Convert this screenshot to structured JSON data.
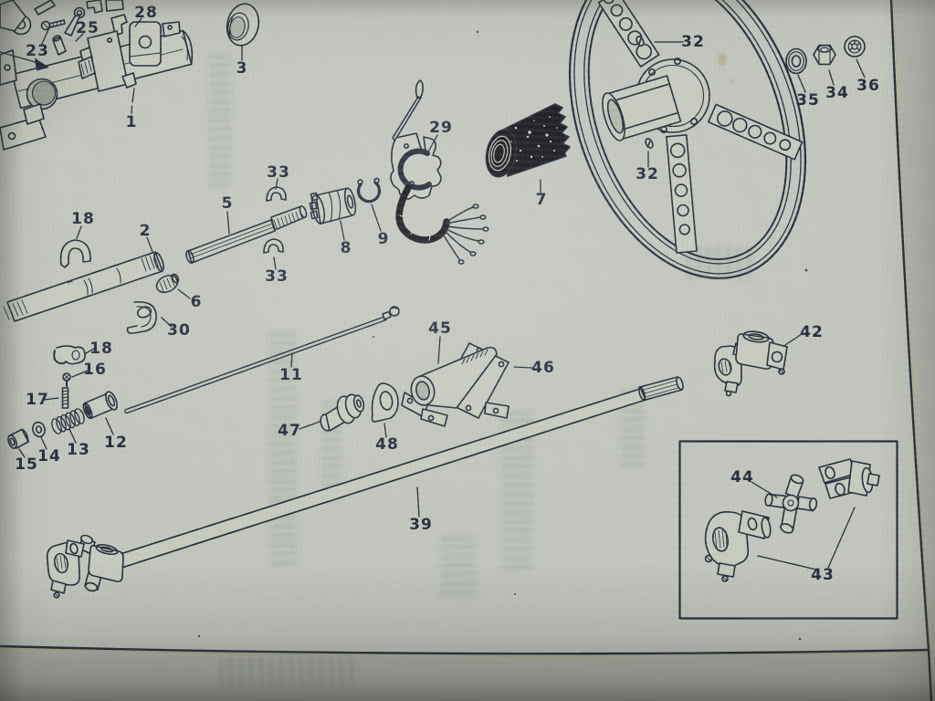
{
  "figure": {
    "kind": "exploded-parts-diagram-photograph"
  },
  "colors": {
    "paper": "#c2c6be",
    "ink": "#242a39",
    "dark_part": "#17171d",
    "stain": "#9a8432"
  },
  "labels": {
    "l1": "1",
    "l2": "2",
    "l3": "3",
    "l5": "5",
    "l6": "6",
    "l7": "7",
    "l8": "8",
    "l9": "9",
    "l11": "11",
    "l12": "12",
    "l13": "13",
    "l14": "14",
    "l15": "15",
    "l16": "16",
    "l17": "17",
    "l18a": "18",
    "l18b": "18",
    "l23": "23",
    "l25": "25",
    "l28": "28",
    "l29": "29",
    "l30": "30",
    "l32a": "32",
    "l32b": "32",
    "l33a": "33",
    "l33b": "33",
    "l34": "34",
    "l35": "35",
    "l36": "36",
    "l39": "39",
    "l42": "42",
    "l43": "43",
    "l44": "44",
    "l45": "45",
    "l46": "46",
    "l47": "47",
    "l48": "48"
  }
}
